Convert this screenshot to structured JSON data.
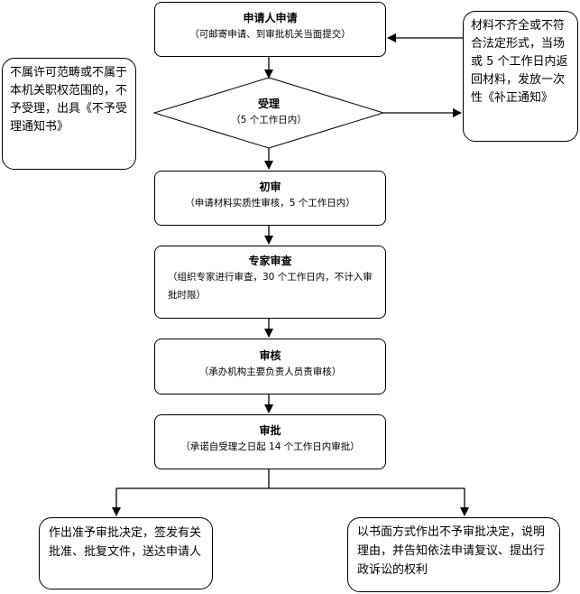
{
  "steps": {
    "apply": {
      "title": "申请人申请",
      "sub": "（可邮寄申请、到审批机关当面提交）"
    },
    "accept": {
      "title": "受理",
      "sub": "（5 个工作日内）"
    },
    "initial_review": {
      "title": "初审",
      "sub": "（申请材料实质性审核，5 个工作日内）"
    },
    "expert_review": {
      "title": "专家审查",
      "sub": "（组织专家进行审查，30 个工作日内，不计入审批时限）"
    },
    "audit": {
      "title": "审核",
      "sub": "（承办机构主要负责人员责审核）"
    },
    "approval": {
      "title": "审批",
      "sub": "（承诺自受理之日起 14 个工作日内审批）"
    }
  },
  "notes": {
    "not_accepted": "不属许可范畴或不属于本机关职权范围的，不予受理，出具《不予受理通知书》",
    "incomplete": "材料不齐全或不符合法定形式，当场或 5 个工作日内返回材料，发放一次性《补正通知》"
  },
  "outcomes": {
    "approve": "作出准予审批决定，签发有关批准、批复文件，送达申请人",
    "reject": "以书面方式作出不予审批决定，说明理由，并告知依法申请复议、提出行政诉讼的权利"
  }
}
